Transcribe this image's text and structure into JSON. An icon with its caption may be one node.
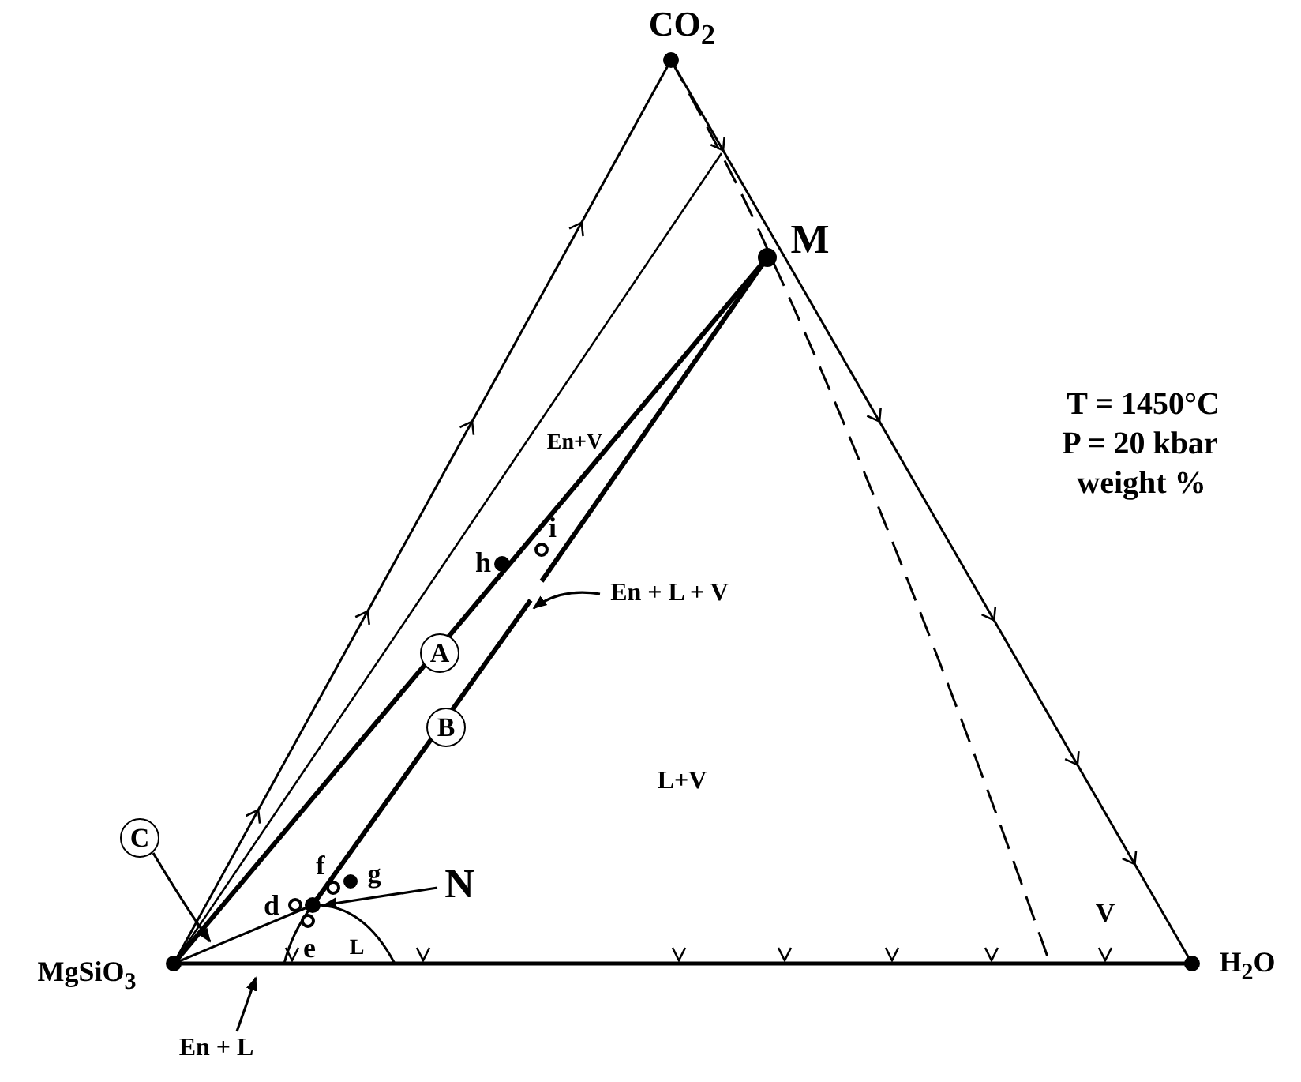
{
  "diagram": {
    "nodes": [
      {
        "text": [
          "En + L + V"
        ]
      },
      {
        "text": [
          "A"
        ]
      },
      {
        "text": [
          "B"
        ]
      },
      {
        "text": [
          "C"
        ]
      },
      {
        "text": [
          "N"
        ]
      },
      {
        "text": [
          "En + L"
        ]
      }
    ],
    "edges": [
      {
        "from": 0,
        "to": null,
        "arrow": "to"
      },
      {
        "from": 3,
        "to": null,
        "arrow": "to"
      },
      {
        "from": 4,
        "to": null,
        "arrow": "to"
      },
      {
        "from": 5,
        "to": null,
        "arrow": "to"
      }
    ],
    "labels": [
      "CO$_{2}$",
      "M",
      "T = 1450°C",
      "P = 20 kbar",
      "weight %",
      "En+V",
      "i",
      "h",
      "L+V",
      "f",
      "g",
      "d",
      "e",
      "L",
      "V",
      "MgSiO$_{3}$",
      "H$_{2}$O"
    ]
  }
}
